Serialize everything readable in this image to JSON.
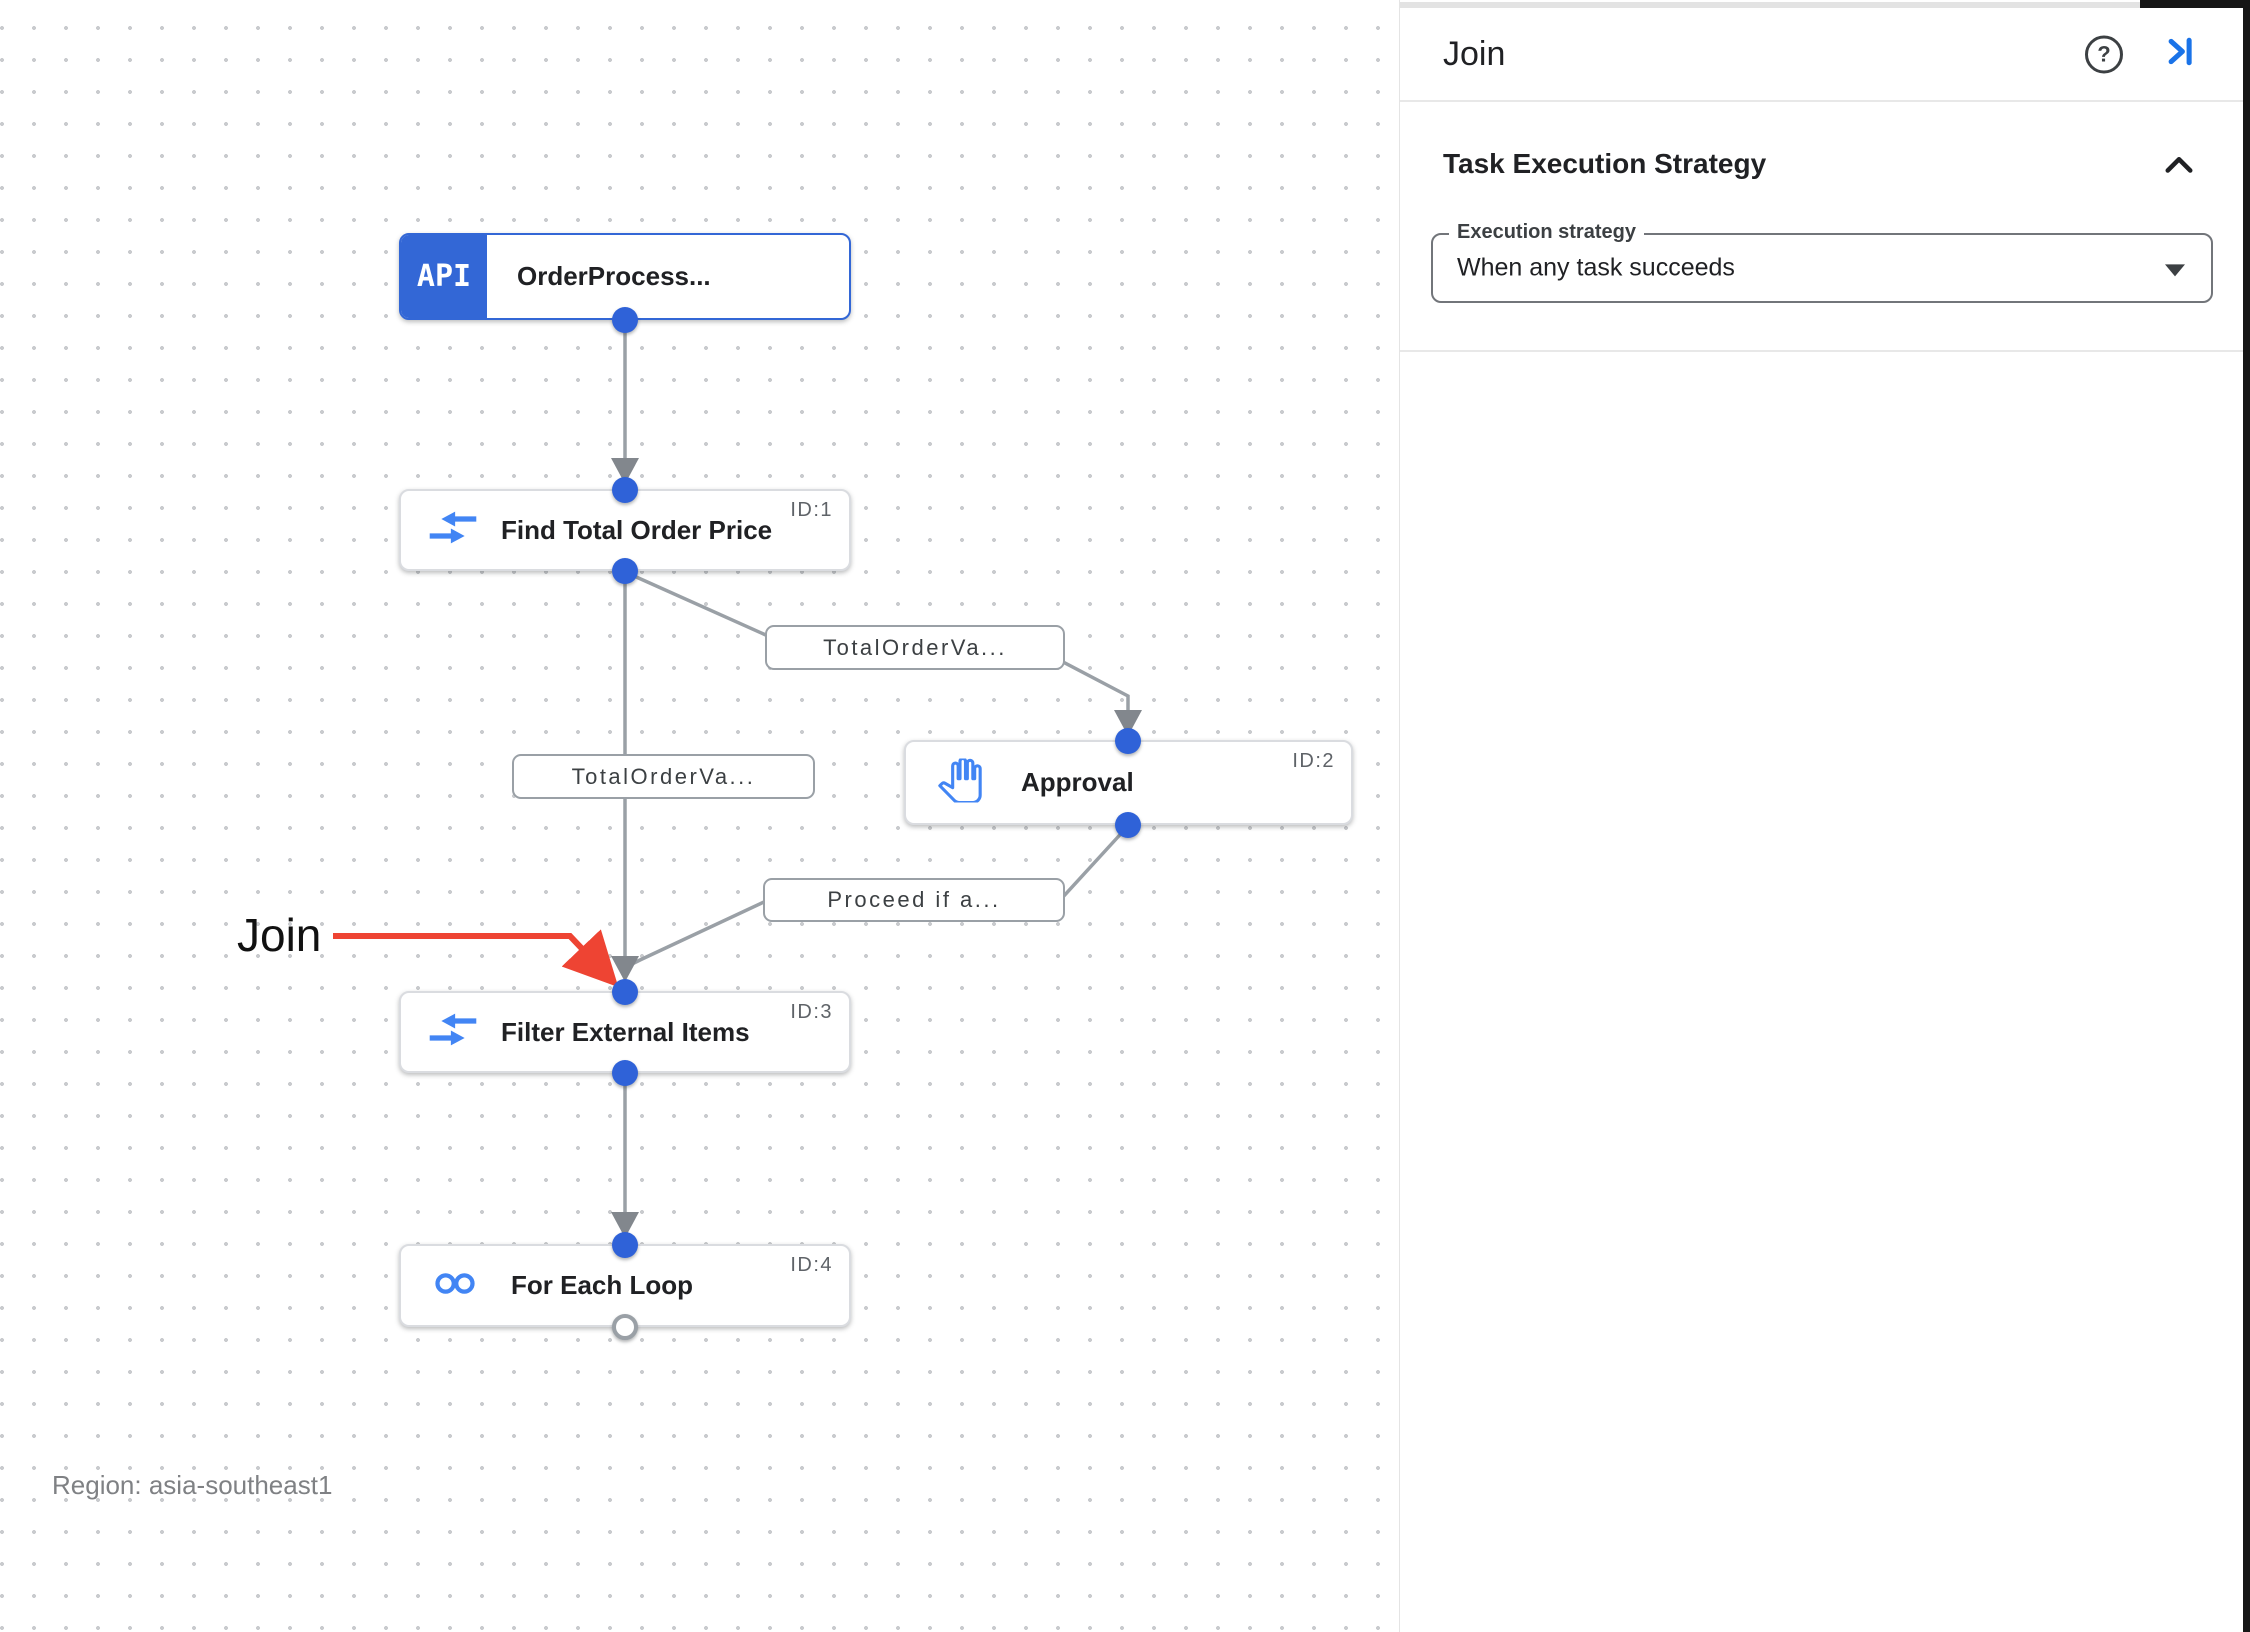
{
  "canvas": {
    "region_label": "Region: asia-southeast1",
    "annotation_label": "Join",
    "nodes": {
      "trigger": {
        "title": "OrderProcess...",
        "badge": "API"
      },
      "find_total": {
        "title": "Find Total Order Price",
        "id": "ID:1"
      },
      "approval": {
        "title": "Approval",
        "id": "ID:2"
      },
      "filter": {
        "title": "Filter External Items",
        "id": "ID:3"
      },
      "foreach": {
        "title": "For Each Loop",
        "id": "ID:4"
      }
    },
    "edge_labels": {
      "to_approval": "TotalOrderVa...",
      "to_filter": "TotalOrderVa...",
      "from_approval": "Proceed if a..."
    }
  },
  "panel": {
    "title": "Join",
    "help_glyph": "?",
    "section_title": "Task Execution Strategy",
    "field_label": "Execution strategy",
    "field_value": "When any task succeeds"
  },
  "colors": {
    "accent_blue": "#1a73e8",
    "node_blue": "#3367d6",
    "dot_blue": "#2f62d8",
    "edge_gray": "#9aa0a6",
    "arrow_gray": "#82878d",
    "annotation_red": "#ee4433"
  }
}
